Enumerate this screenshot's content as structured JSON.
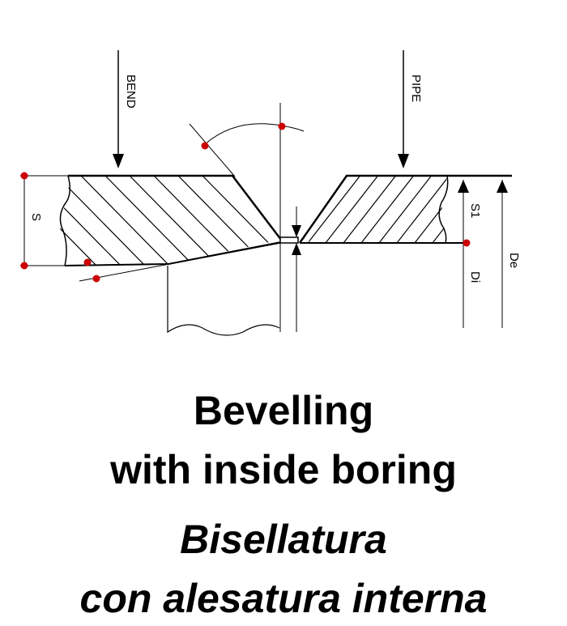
{
  "diagram": {
    "labels": {
      "bend": "BEND",
      "pipe": "PIPE",
      "s": "S",
      "s1": "S1",
      "de": "De",
      "di": "Di"
    },
    "colors": {
      "line": "#000000",
      "marker": "#cc0000",
      "background": "#ffffff"
    }
  },
  "caption": {
    "english_line1": "Bevelling",
    "english_line2": "with inside boring",
    "italian_line1": "Bisellatura",
    "italian_line2": "con alesatura interna"
  }
}
